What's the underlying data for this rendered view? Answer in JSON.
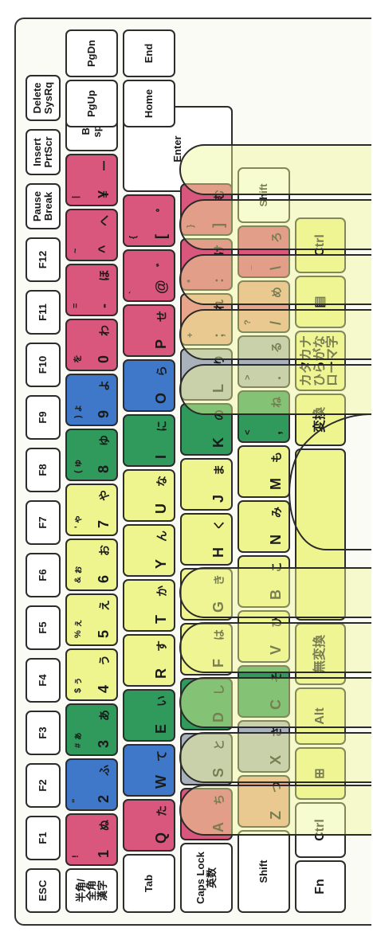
{
  "colors": {
    "pink": "#d9577c",
    "blue": "#3f78c8",
    "green": "#2f9a5c",
    "yellow": "#eef58f",
    "salmon": "#e8a58a",
    "gray": "#a9b2bb",
    "white": "#ffffff"
  },
  "row_function": [
    "ESC",
    "F1",
    "F2",
    "F3",
    "F4",
    "F5",
    "F6",
    "F7",
    "F8",
    "F9",
    "F10",
    "F11",
    "F12",
    "Pause\nBreak",
    "Insert\nPrtScr",
    "Delete\nSysRq"
  ],
  "row_numbers": [
    {
      "label": "半角/\n全角\n漢字"
    },
    {
      "char": "1",
      "sym": "!",
      "kana": "ぬ"
    },
    {
      "char": "2",
      "sym": "\"",
      "kana": "ふ"
    },
    {
      "char": "3",
      "sym": "#  ぁ",
      "kana": "あ"
    },
    {
      "char": "4",
      "sym": "$  ぅ",
      "kana": "う"
    },
    {
      "char": "5",
      "sym": "%  ぇ",
      "kana": "え"
    },
    {
      "char": "6",
      "sym": "&  ぉ",
      "kana": "お"
    },
    {
      "char": "7",
      "sym": "'  ゃ",
      "kana": "や"
    },
    {
      "char": "8",
      "sym": "(  ゅ",
      "kana": "ゆ"
    },
    {
      "char": "9",
      "sym": ")  ょ",
      "kana": "よ"
    },
    {
      "char": "0",
      "sym": "を",
      "kana": "わ"
    },
    {
      "char": "-",
      "sym": "=",
      "kana": "ほ"
    },
    {
      "char": "^",
      "sym": "~",
      "kana": "へ"
    },
    {
      "char": "¥",
      "sym": "|",
      "kana": "ー"
    },
    {
      "label": "Back\nspace"
    }
  ],
  "row_q": [
    {
      "label": "Tab"
    },
    {
      "char": "Q",
      "kana": "た"
    },
    {
      "char": "W",
      "kana": "て"
    },
    {
      "char": "E",
      "kana": "い"
    },
    {
      "char": "R",
      "kana": "す"
    },
    {
      "char": "T",
      "kana": "か"
    },
    {
      "char": "Y",
      "kana": "ん"
    },
    {
      "char": "U",
      "kana": "な"
    },
    {
      "char": "I",
      "kana": "に"
    },
    {
      "char": "O",
      "kana": "ら"
    },
    {
      "char": "P",
      "kana": "せ"
    },
    {
      "char": "@",
      "sym": "`",
      "kana": "゛"
    },
    {
      "char": "[",
      "sym": "{",
      "kana": "゜"
    },
    {
      "label": "Enter"
    }
  ],
  "row_a": [
    {
      "label": "Caps Lock\n英数"
    },
    {
      "char": "A",
      "kana": "ち"
    },
    {
      "char": "S",
      "kana": "と"
    },
    {
      "char": "D",
      "kana": "し"
    },
    {
      "char": "F",
      "kana": "は"
    },
    {
      "char": "G",
      "kana": "き"
    },
    {
      "char": "H",
      "kana": "く"
    },
    {
      "char": "J",
      "kana": "ま"
    },
    {
      "char": "K",
      "kana": "の"
    },
    {
      "char": "L",
      "kana": "り"
    },
    {
      "char": ";",
      "sym": "+",
      "kana": "れ"
    },
    {
      "char": ":",
      "sym": "*",
      "kana": "け"
    },
    {
      "char": "]",
      "sym": "}",
      "kana": "む"
    }
  ],
  "row_z": [
    {
      "label": "Shift"
    },
    {
      "char": "Z",
      "kana": "つ"
    },
    {
      "char": "X",
      "kana": "さ"
    },
    {
      "char": "C",
      "kana": "そ"
    },
    {
      "char": "V",
      "kana": "ひ"
    },
    {
      "char": "B",
      "kana": "こ"
    },
    {
      "char": "N",
      "kana": "み"
    },
    {
      "char": "M",
      "kana": "も"
    },
    {
      "char": ",",
      "sym": "<",
      "kana": "ね"
    },
    {
      "char": ".",
      "sym": ">",
      "kana": "る"
    },
    {
      "char": "/",
      "sym": "?",
      "kana": "め"
    },
    {
      "char": "\\",
      "sym": "_",
      "kana": "ろ"
    },
    {
      "label": "Shift"
    }
  ],
  "row_bottom": [
    {
      "label": "Fn"
    },
    {
      "label": "Ctrl"
    },
    {
      "label": "⊞"
    },
    {
      "label": "Alt"
    },
    {
      "label": "無変換"
    },
    {
      "label": ""
    },
    {
      "label": "変換"
    },
    {
      "label": "カタカナ\nひらがな\nローマ字"
    },
    {
      "label": "▤"
    },
    {
      "label": "Ctrl"
    }
  ],
  "nav": {
    "pgup": "PgUp",
    "pgdn": "PgDn",
    "home": "Home",
    "end": "End"
  }
}
